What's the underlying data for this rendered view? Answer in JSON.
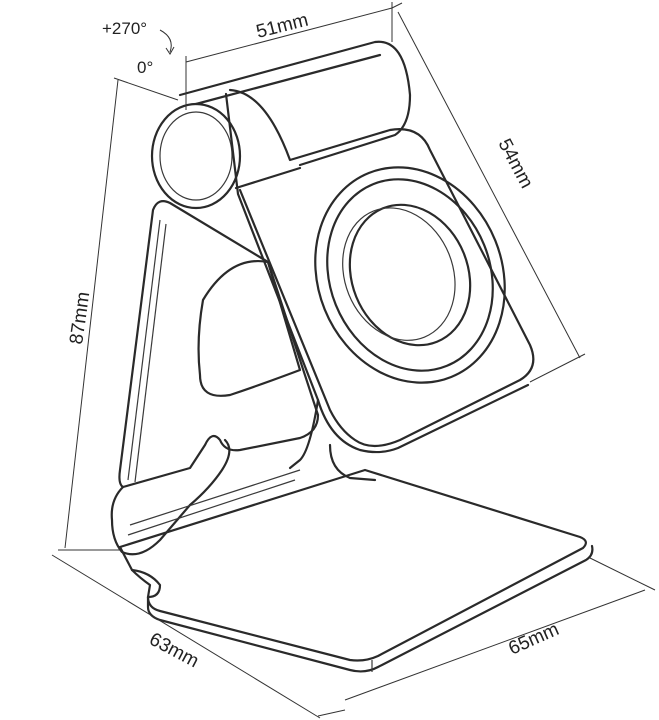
{
  "labels": {
    "rotation_max": "+270°",
    "rotation_min": "0°",
    "width_top": "51mm",
    "depth_top": "54mm",
    "height": "87mm",
    "base_width": "63mm",
    "base_depth": "65mm"
  }
}
